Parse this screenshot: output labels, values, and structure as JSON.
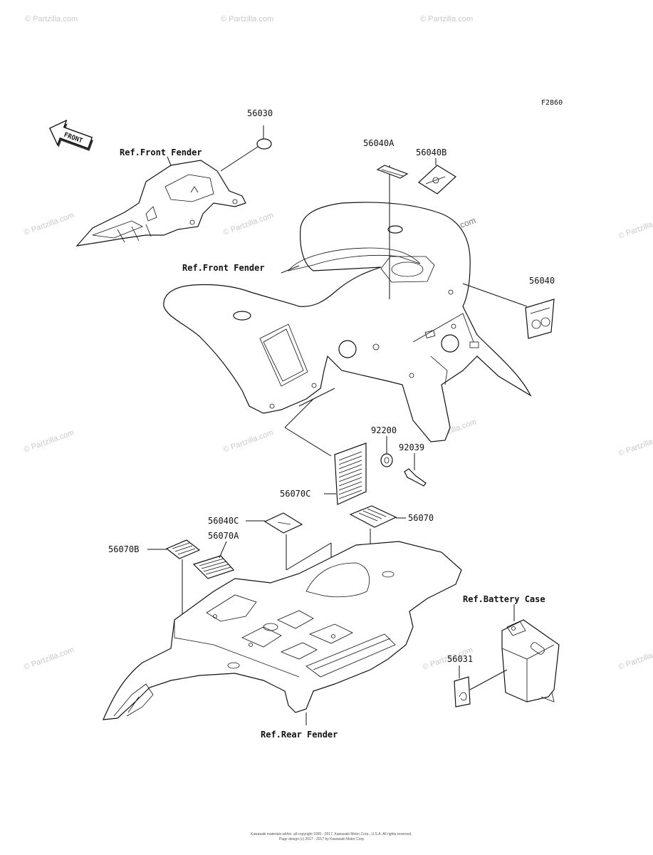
{
  "figure_code": "F2860",
  "front_arrow_text": "FRONT",
  "watermark_text": "© Partzilla.com",
  "labels": {
    "p56030": "56030",
    "ref_front_fender_top": "Ref.Front Fender",
    "p56040A": "56040A",
    "p56040B": "56040B",
    "ref_front_fender_mid": "Ref.Front Fender",
    "p56040": "56040",
    "p92200": "92200",
    "p92039": "92039",
    "p56070C": "56070C",
    "p56040C": "56040C",
    "p56070": "56070",
    "p56070A": "56070A",
    "p56070B": "56070B",
    "ref_battery_case": "Ref.Battery Case",
    "p56031": "56031",
    "ref_rear_fender": "Ref.Rear Fender"
  },
  "copyright_lines": [
    "Kawasaki materials within, all copyright 1995 - 2017, Kawasaki Motor Corp., U.S.A. All rights reserved.",
    "Page design (c) 2017 - 2017 by Kawasaki Motor Corp."
  ]
}
